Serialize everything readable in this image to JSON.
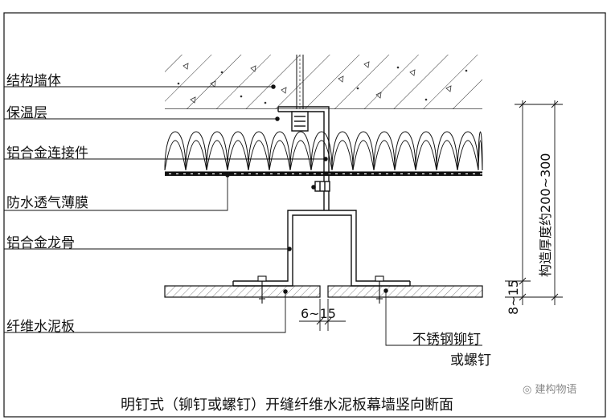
{
  "labels": {
    "wall": "结构墙体",
    "insulation": "保温层",
    "connector": "铝合金连接件",
    "membrane": "防水透气薄膜",
    "keel": "铝合金龙骨",
    "board": "纤维水泥板",
    "rivet_line1": "不锈钢铆钉",
    "rivet_line2": "或螺钉"
  },
  "dimensions": {
    "gap": "6~15",
    "edge": "8~15",
    "depth": "构造厚度约200~300"
  },
  "title": "明钉式（铆钉或螺钉）开缝纤维水泥板幕墙竖向断面",
  "watermark": "建构物语"
}
